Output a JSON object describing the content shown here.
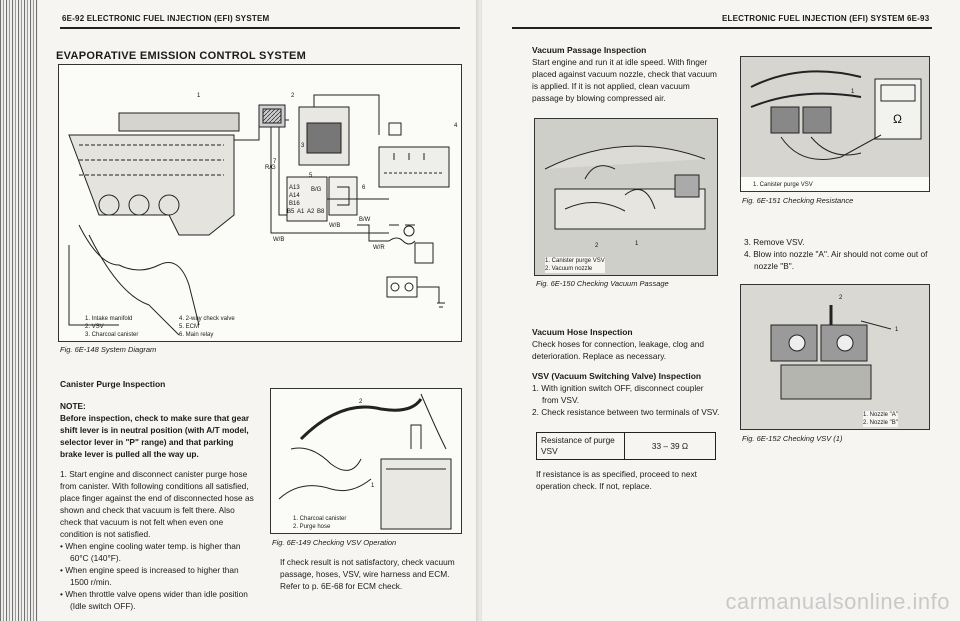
{
  "left": {
    "header": "6E-92 ELECTRONIC FUEL INJECTION (EFI) SYSTEM",
    "section_title": "EVAPORATIVE EMISSION CONTROL SYSTEM",
    "fig148": {
      "caption": "Fig. 6E-148 System Diagram",
      "callouts": [
        "1",
        "2",
        "3",
        "4",
        "5",
        "6",
        "7"
      ],
      "wires": [
        "R/G",
        "B/G",
        "B/W",
        "W/B",
        "W/B",
        "W/R"
      ],
      "pins": [
        "A13",
        "A14",
        "B16",
        "B5",
        "A1",
        "A2",
        "B8"
      ],
      "legend_col1": [
        "1.  Intake manifold",
        "2.  VSV",
        "3.  Charcoal canister"
      ],
      "legend_col2": [
        "4.  2-way check valve",
        "5.  ECM",
        "6.  Main relay"
      ]
    },
    "canister": {
      "heading": "Canister Purge Inspection",
      "note_label": "NOTE:",
      "note_text": "Before inspection, check to make sure that gear shift lever is in neutral position (with A/T model, selector lever in \"P\" range) and that parking brake lever is pulled all the way up.",
      "step1": "1. Start engine and disconnect canister purge hose from canister. With following conditions all satisfied, place finger against the end of disconnected hose as shown and check that vacuum is felt there. Also check that vacuum is not felt when even one condition is not satisfied.",
      "bullets": [
        "• When engine cooling water temp. is higher than 60°C (140°F).",
        "• When engine speed is increased to higher than 1500 r/min.",
        "• When throttle valve opens wider than idle position (Idle switch OFF)."
      ]
    },
    "fig149": {
      "caption": "Fig. 6E-149 Checking VSV Operation",
      "callouts": [
        "2",
        "1"
      ],
      "legend": [
        "1.  Charcoal canister",
        "2.  Purge hose"
      ]
    },
    "check_text": "If check result is not satisfactory, check vacuum passage, hoses, VSV, wire harness and ECM. Refer to p. 6E-68 for ECM check."
  },
  "right": {
    "header": "ELECTRONIC FUEL INJECTION (EFI) SYSTEM 6E-93",
    "vacuum_passage": {
      "heading": "Vacuum Passage Inspection",
      "text": "Start engine and run it at idle speed. With finger placed against vacuum nozzle, check that vacuum is applied. If it is not applied, clean vacuum passage by blowing compressed air."
    },
    "fig150": {
      "caption": "Fig. 6E-150 Checking Vacuum Passage",
      "callouts": [
        "2",
        "1"
      ],
      "legend": [
        "1.  Canister purge VSV",
        "2.  Vacuum nozzle"
      ]
    },
    "hose": {
      "heading": "Vacuum Hose Inspection",
      "text": "Check hoses for connection, leakage, clog and deterioration. Replace as necessary."
    },
    "vsv": {
      "heading": "VSV (Vacuum Switching Valve) Inspection",
      "steps": [
        "1. With ignition switch OFF, disconnect coupler from VSV.",
        "2. Check resistance between two terminals of VSV."
      ],
      "table": {
        "label": "Resistance of purge VSV",
        "value": "33 – 39 Ω"
      },
      "after": "If resistance is as specified, proceed to next operation check. If not, replace."
    },
    "fig151": {
      "caption": "Fig. 6E-151 Checking Resistance",
      "callouts": [
        "1"
      ],
      "meter_symbol": "Ω",
      "legend": [
        "1.  Canister purge VSV"
      ]
    },
    "steps34": [
      "3. Remove VSV.",
      "4. Blow into nozzle \"A\". Air should not come out of nozzle \"B\"."
    ],
    "fig152": {
      "caption": "Fig. 6E-152 Checking VSV (1)",
      "callouts": [
        "2",
        "1"
      ],
      "legend": [
        "1.  Nozzle \"A\"",
        "2.  Nozzle \"B\""
      ]
    },
    "watermark": "carmanualsonline.info"
  },
  "colors": {
    "ink": "#1a1a1a",
    "paper": "#f6f5f1"
  }
}
